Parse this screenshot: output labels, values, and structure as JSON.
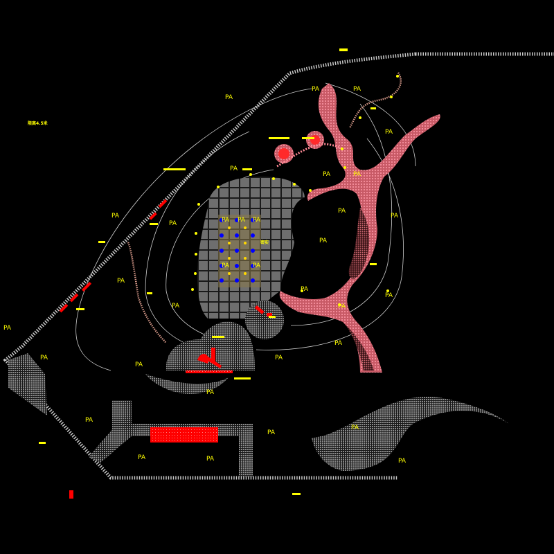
{
  "drawing": {
    "background": "#000000",
    "colors": {
      "label": "#ffff00",
      "boundary": "#c8c8c8",
      "paving": "#7a7a7a",
      "planting": "#e07a86",
      "planting_dark": "#6a2a2e",
      "red": "#ff0000",
      "fountain": "#0000ff",
      "path": "#a0a0a0"
    },
    "labels": {
      "area_mark": "PA",
      "height_note": "限高4.5米",
      "dense": "密实"
    }
  }
}
